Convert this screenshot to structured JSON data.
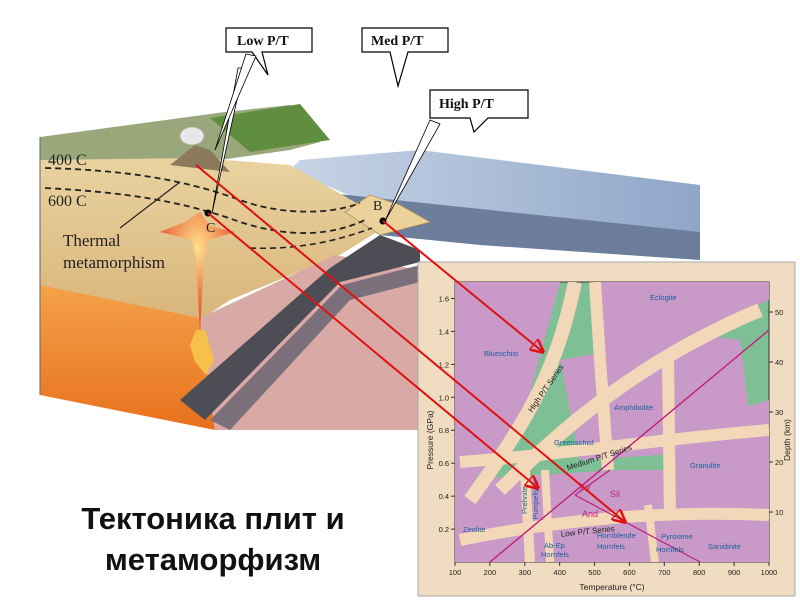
{
  "callouts": {
    "low": "Low P/T",
    "med": "Med P/T",
    "high": "High P/T"
  },
  "block_diagram": {
    "isotherm_400": "400 C",
    "isotherm_600": "600 C",
    "thermal_label_line1": "Thermal",
    "thermal_label_line2": "metamorphism",
    "point_b": "B",
    "point_c": "C"
  },
  "title": {
    "line1": "Тектоника плит и",
    "line2": "метаморфизм"
  },
  "facies_chart": {
    "x_label": "Temperature (°C)",
    "y_label_left": "Pressure (GPa)",
    "y_label_right": "Depth (km)",
    "x_ticks": [
      "100",
      "200",
      "300",
      "400",
      "500",
      "600",
      "700",
      "800",
      "900",
      "1000"
    ],
    "y_ticks_left": [
      "0.2",
      "0.4",
      "0.6",
      "0.8",
      "1.0",
      "1.2",
      "1.4",
      "1.6"
    ],
    "y_ticks_right": [
      "10",
      "20",
      "30",
      "40",
      "50"
    ],
    "facies": {
      "eclogite": "Eclogite",
      "blueschist": "Blueschist",
      "amphibolite": "Amphibolite",
      "greenschist": "Greenschist",
      "granulite": "Granulite",
      "zeolite": "Zeolite",
      "prehnite": "Prehnite",
      "pumpellyite": "Pumpellyite",
      "abep_hornfels_1": "Ab-Ep",
      "abep_hornfels_2": "Hornfels",
      "hornblende_hornfels_1": "Hornblende",
      "hornblende_hornfels_2": "Hornfels",
      "pyroxene_hornfels_1": "Pyroxene",
      "pyroxene_hornfels_2": "Hornfels",
      "sanidinite": "Sanidinite"
    },
    "series": {
      "high": "High P/T Series",
      "medium": "Medium P/T Series",
      "low": "Low P/T Series"
    },
    "minerals": {
      "ky": "Ky",
      "sil": "Sil",
      "and": "And"
    },
    "colors": {
      "background": "#7fbf95",
      "facies_fill": "#c99ac8",
      "band": "#f2d7b8",
      "facies_text": "#1a5f9c",
      "mineral": "#c0207a",
      "arrow": "#e01010"
    }
  }
}
